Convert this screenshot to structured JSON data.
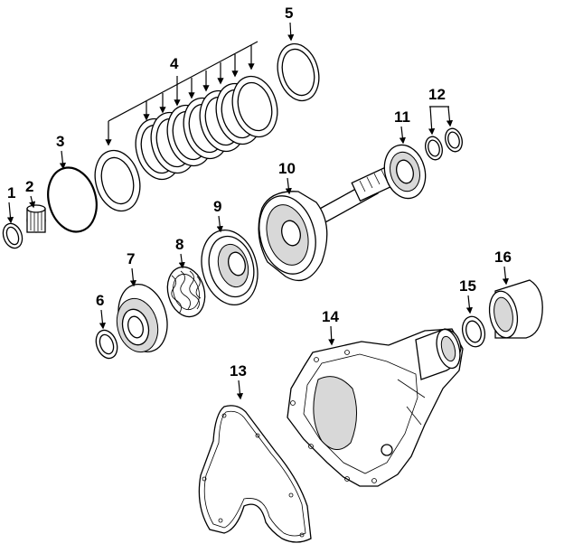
{
  "diagram": {
    "callouts": [
      {
        "id": "1",
        "text": "1"
      },
      {
        "id": "2",
        "text": "2"
      },
      {
        "id": "3",
        "text": "3"
      },
      {
        "id": "4",
        "text": "4"
      },
      {
        "id": "5",
        "text": "5"
      },
      {
        "id": "6",
        "text": "6"
      },
      {
        "id": "7",
        "text": "7"
      },
      {
        "id": "8",
        "text": "8"
      },
      {
        "id": "9",
        "text": "9"
      },
      {
        "id": "10",
        "text": "10"
      },
      {
        "id": "11",
        "text": "11"
      },
      {
        "id": "12",
        "text": "12"
      },
      {
        "id": "13",
        "text": "13"
      },
      {
        "id": "14",
        "text": "14"
      },
      {
        "id": "15",
        "text": "15"
      },
      {
        "id": "16",
        "text": "16"
      }
    ]
  }
}
